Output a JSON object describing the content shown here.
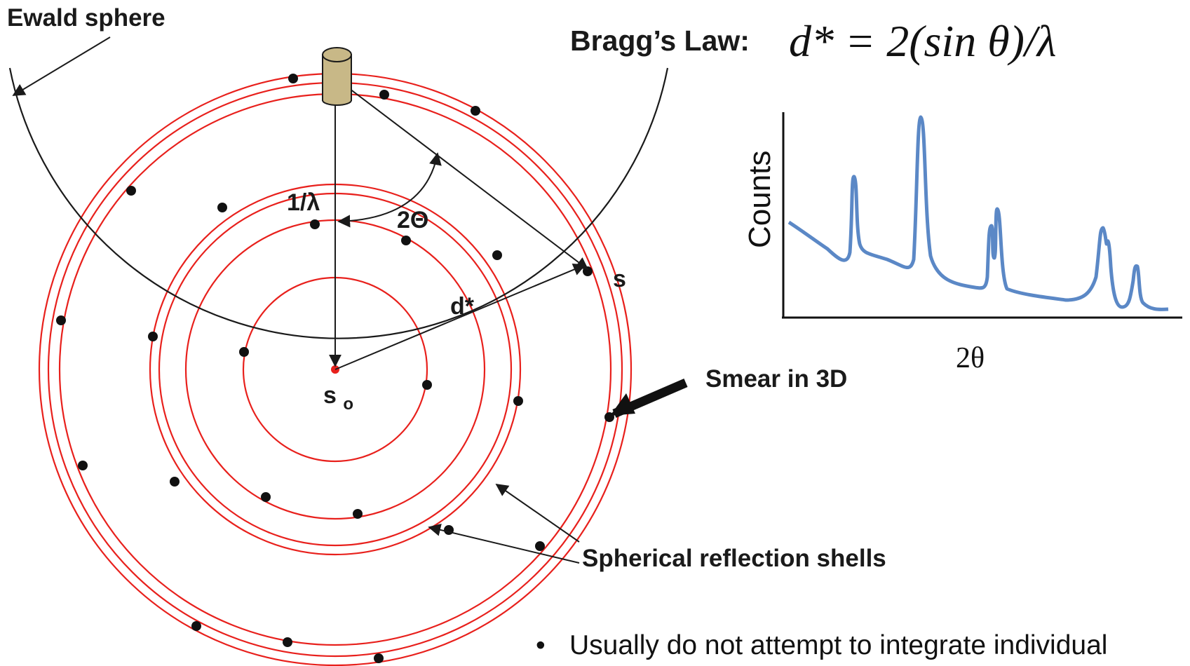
{
  "colors": {
    "shell": "#e8201c",
    "line": "#1a1a1a",
    "dot": "#111111",
    "pattern": "#5b88c6",
    "tube": "#c8b887",
    "origin": "#e8201c"
  },
  "labels": {
    "ewald": "Ewald sphere",
    "bragg_title": "Bragg’s Law:",
    "bragg_formula": "d* = 2(sin θ)/λ",
    "one_over_lambda": "1/λ",
    "two_theta_big": "2Θ",
    "d_star": "d*",
    "s": "s",
    "s_o_main": "s",
    "s_o_sub": "o",
    "smear": "Smear in 3D",
    "shells": "Spherical reflection shells",
    "bullet": "•",
    "bullet_text": "Usually do not attempt to integrate individual"
  },
  "pattern": {
    "ylabel": "Counts",
    "xlabel": "2θ"
  },
  "icons": {
    "source": "xray-tube-icon",
    "smear_arrow": "arrow-icon"
  }
}
